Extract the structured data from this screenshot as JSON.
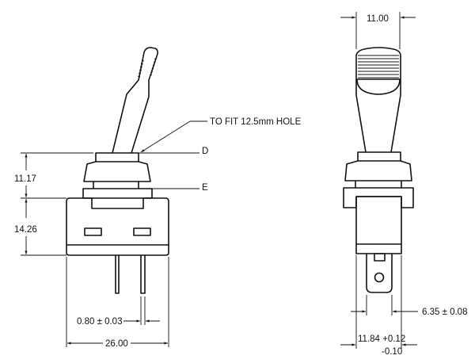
{
  "drawing": {
    "side_view": {
      "hole_note": "TO FIT 12.5mm HOLE",
      "label_d": "D",
      "label_e": "E",
      "dim_bushing_height": "11.17",
      "dim_body_height": "14.26",
      "dim_pin_thickness": "0.80 ± 0.03",
      "dim_body_width": "26.00"
    },
    "front_view": {
      "dim_handle_width": "11.00",
      "dim_tab_width": "6.35 ± 0.08",
      "dim_body_width_main": "11.84 +0.12",
      "dim_body_width_minus": "-0.10"
    }
  },
  "colors": {
    "line": "#111111",
    "background": "#ffffff"
  }
}
